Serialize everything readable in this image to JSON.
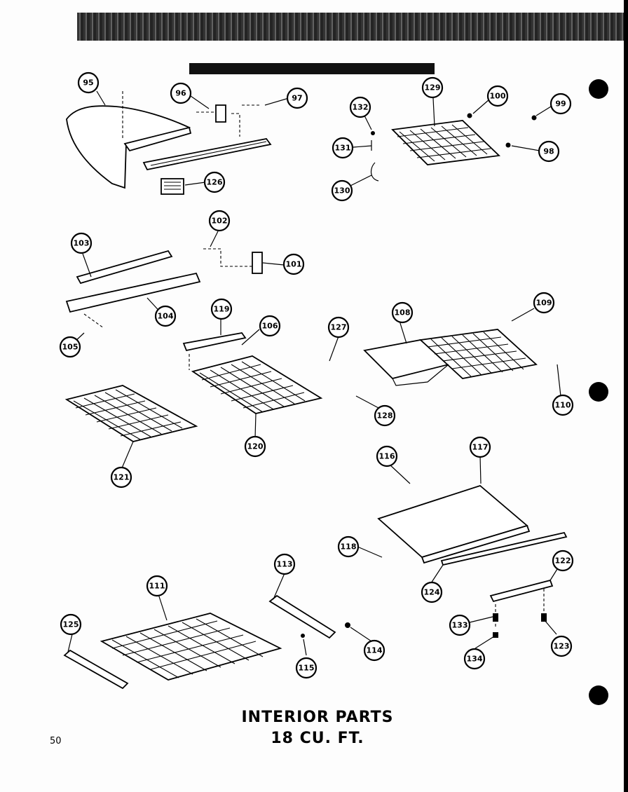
{
  "title": {
    "line1": "INTERIOR PARTS",
    "line2": "18 CU. FT."
  },
  "page_number": "50",
  "callouts": [
    "95",
    "96",
    "97",
    "126",
    "132",
    "131",
    "130",
    "129",
    "100",
    "99",
    "98",
    "103",
    "102",
    "101",
    "104",
    "105",
    "119",
    "106",
    "127",
    "108",
    "109",
    "110",
    "121",
    "120",
    "128",
    "117",
    "116",
    "118",
    "124",
    "122",
    "111",
    "113",
    "114",
    "115",
    "125",
    "133",
    "134",
    "123"
  ]
}
